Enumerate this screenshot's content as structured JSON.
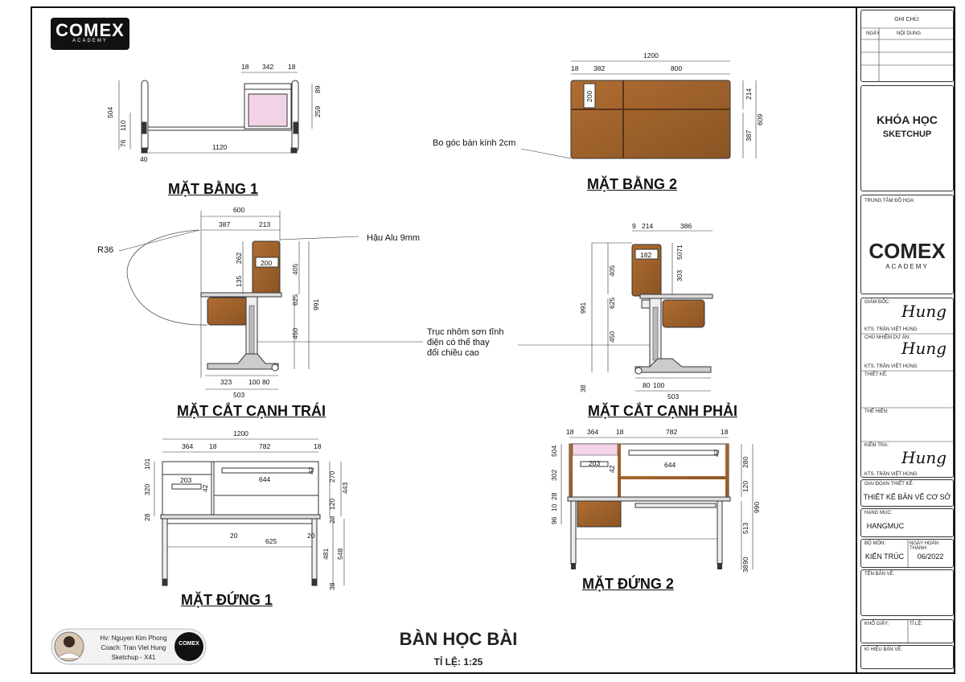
{
  "logo": {
    "brand": "COMEX",
    "sub": "ACADEMY"
  },
  "views": {
    "plan1": "MẶT BẰNG 1",
    "plan2": "MẶT BẰNG 2",
    "left_section": "MẶT CẮT CẠNH TRÁI",
    "right_section": "MẶT CẮT CẠNH PHẢI",
    "elev1": "MẶT ĐỨNG 1",
    "elev2": "MẶT ĐỨNG 2"
  },
  "annotations": {
    "corner": "Bo góc bán kính 2cm",
    "alu": "Hậu Alu 9mm",
    "radius": "R36",
    "shaft": [
      "Trục nhôm sơn tĩnh",
      "điện có thể thay",
      "đổi chiều cao"
    ]
  },
  "dims": {
    "p1": [
      "18",
      "342",
      "18",
      "504",
      "89",
      "259",
      "76",
      "110",
      "1120",
      "40"
    ],
    "p2": [
      "1200",
      "18",
      "382",
      "800",
      "200",
      "214",
      "609",
      "387"
    ],
    "ls": [
      "600",
      "387",
      "213",
      "262",
      "200",
      "135",
      "405",
      "625",
      "991",
      "450",
      "323",
      "100",
      "80",
      "503"
    ],
    "rs": [
      "9",
      "214",
      "386",
      "182",
      "5071",
      "405",
      "303",
      "991",
      "625",
      "450",
      "38",
      "80",
      "100",
      "503"
    ],
    "e1": [
      "1200",
      "364",
      "18",
      "782",
      "18",
      "101",
      "320",
      "203",
      "42",
      "644",
      "42",
      "270",
      "443",
      "120",
      "28",
      "20",
      "20",
      "625",
      "481",
      "548",
      "38",
      "28"
    ],
    "e2": [
      "18",
      "364",
      "18",
      "782",
      "18",
      "504",
      "203",
      "42",
      "644",
      "42",
      "280",
      "302",
      "120",
      "990",
      "28",
      "10",
      "96",
      "513",
      "38",
      "90"
    ]
  },
  "title": {
    "main": "BÀN HỌC BÀI",
    "scale": "TỈ LỆ: 1:25"
  },
  "credit": {
    "line1": "Hv: Nguyen Kim Phong",
    "line2": "Coach: Tran Viet Hung",
    "line3": "Sketchup - X41"
  },
  "title_block": {
    "ghi_chu": "GHI CHÚ:",
    "ngay": "NGÀY",
    "noi_dung": "NỘI DUNG",
    "course1": "KHÓA HỌC",
    "course2": "SKETCHUP",
    "trung_tam": "TRUNG TÂM ĐỒ HỌA:",
    "giam_doc": "GIÁM ĐỐC:",
    "kts1": "KTS. TRẦN VIỆT HÙNG",
    "chu_nhiem": "CHỦ NHIỆM DỰ ÁN:",
    "kts2": "KTS. TRẦN VIỆT HÙNG",
    "thiet_ke": "THIẾT KẾ:",
    "the_hien": "THỂ HIỆN:",
    "kiem_tra": "KIỂM TRA:",
    "kts3": "KTS. TRẦN VIỆT HÙNG",
    "signature": "Hung",
    "giai_doan": "GIAI ĐOẠN THIẾT KẾ:",
    "giai_doan_val": "THIẾT KẾ BẢN VẼ CƠ SỞ",
    "hang_muc": "HẠNG MỤC:",
    "hang_muc_val": "HANGMUC",
    "bo_mon": "BỘ MÔN:",
    "bo_mon_val": "KIẾN TRÚC",
    "ngay_ht": "NGÀY HOÀN THÀNH:",
    "ngay_ht_val": "06/2022",
    "ten_ban_ve": "TÊN BẢN VẼ:",
    "kho_giay": "KHỔ GIẤY:",
    "ti_le": "TỈ LỆ:",
    "ki_hieu": "KÍ HIỆU BẢN VẼ:"
  },
  "colors": {
    "wood": "#a0622c",
    "wood_dark": "#7a4a1e",
    "pink": "#f3d3e6",
    "line": "#333333"
  }
}
